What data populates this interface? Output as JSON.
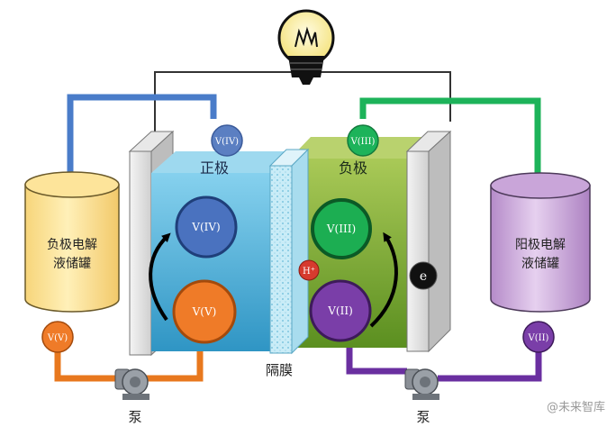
{
  "diagram": {
    "tank_left_label_line1": "负极电解",
    "tank_left_label_line2": "液储罐",
    "tank_right_label_line1": "阳极电解",
    "tank_right_label_line2": "液储罐",
    "positive_electrode_label": "正极",
    "negative_electrode_label": "负极",
    "membrane_label": "隔膜",
    "pump_left_label": "泵",
    "pump_right_label": "泵",
    "left_top_ion": "V(IV)",
    "right_top_ion": "V(III)",
    "left_cell_upper_ion": "V(IV)",
    "left_cell_lower_ion": "V(V)",
    "right_cell_upper_ion": "V(III)",
    "right_cell_lower_ion": "V(II)",
    "proton_label": "H⁺",
    "electron_label": "e",
    "left_pipe_ion": "V(V)",
    "right_pipe_ion": "V(II)",
    "watermark": "@未来智库",
    "colors": {
      "blue_pipe": "#4a7cc9",
      "green_pipe": "#1db35a",
      "orange_pipe": "#e8781e",
      "purple_pipe": "#6a2fa0",
      "left_tank": "#fde49a",
      "right_tank": "#c9a5d9",
      "left_electrolyte": "#4fb3d9",
      "right_electrolyte": "#6a9c2a"
    }
  }
}
